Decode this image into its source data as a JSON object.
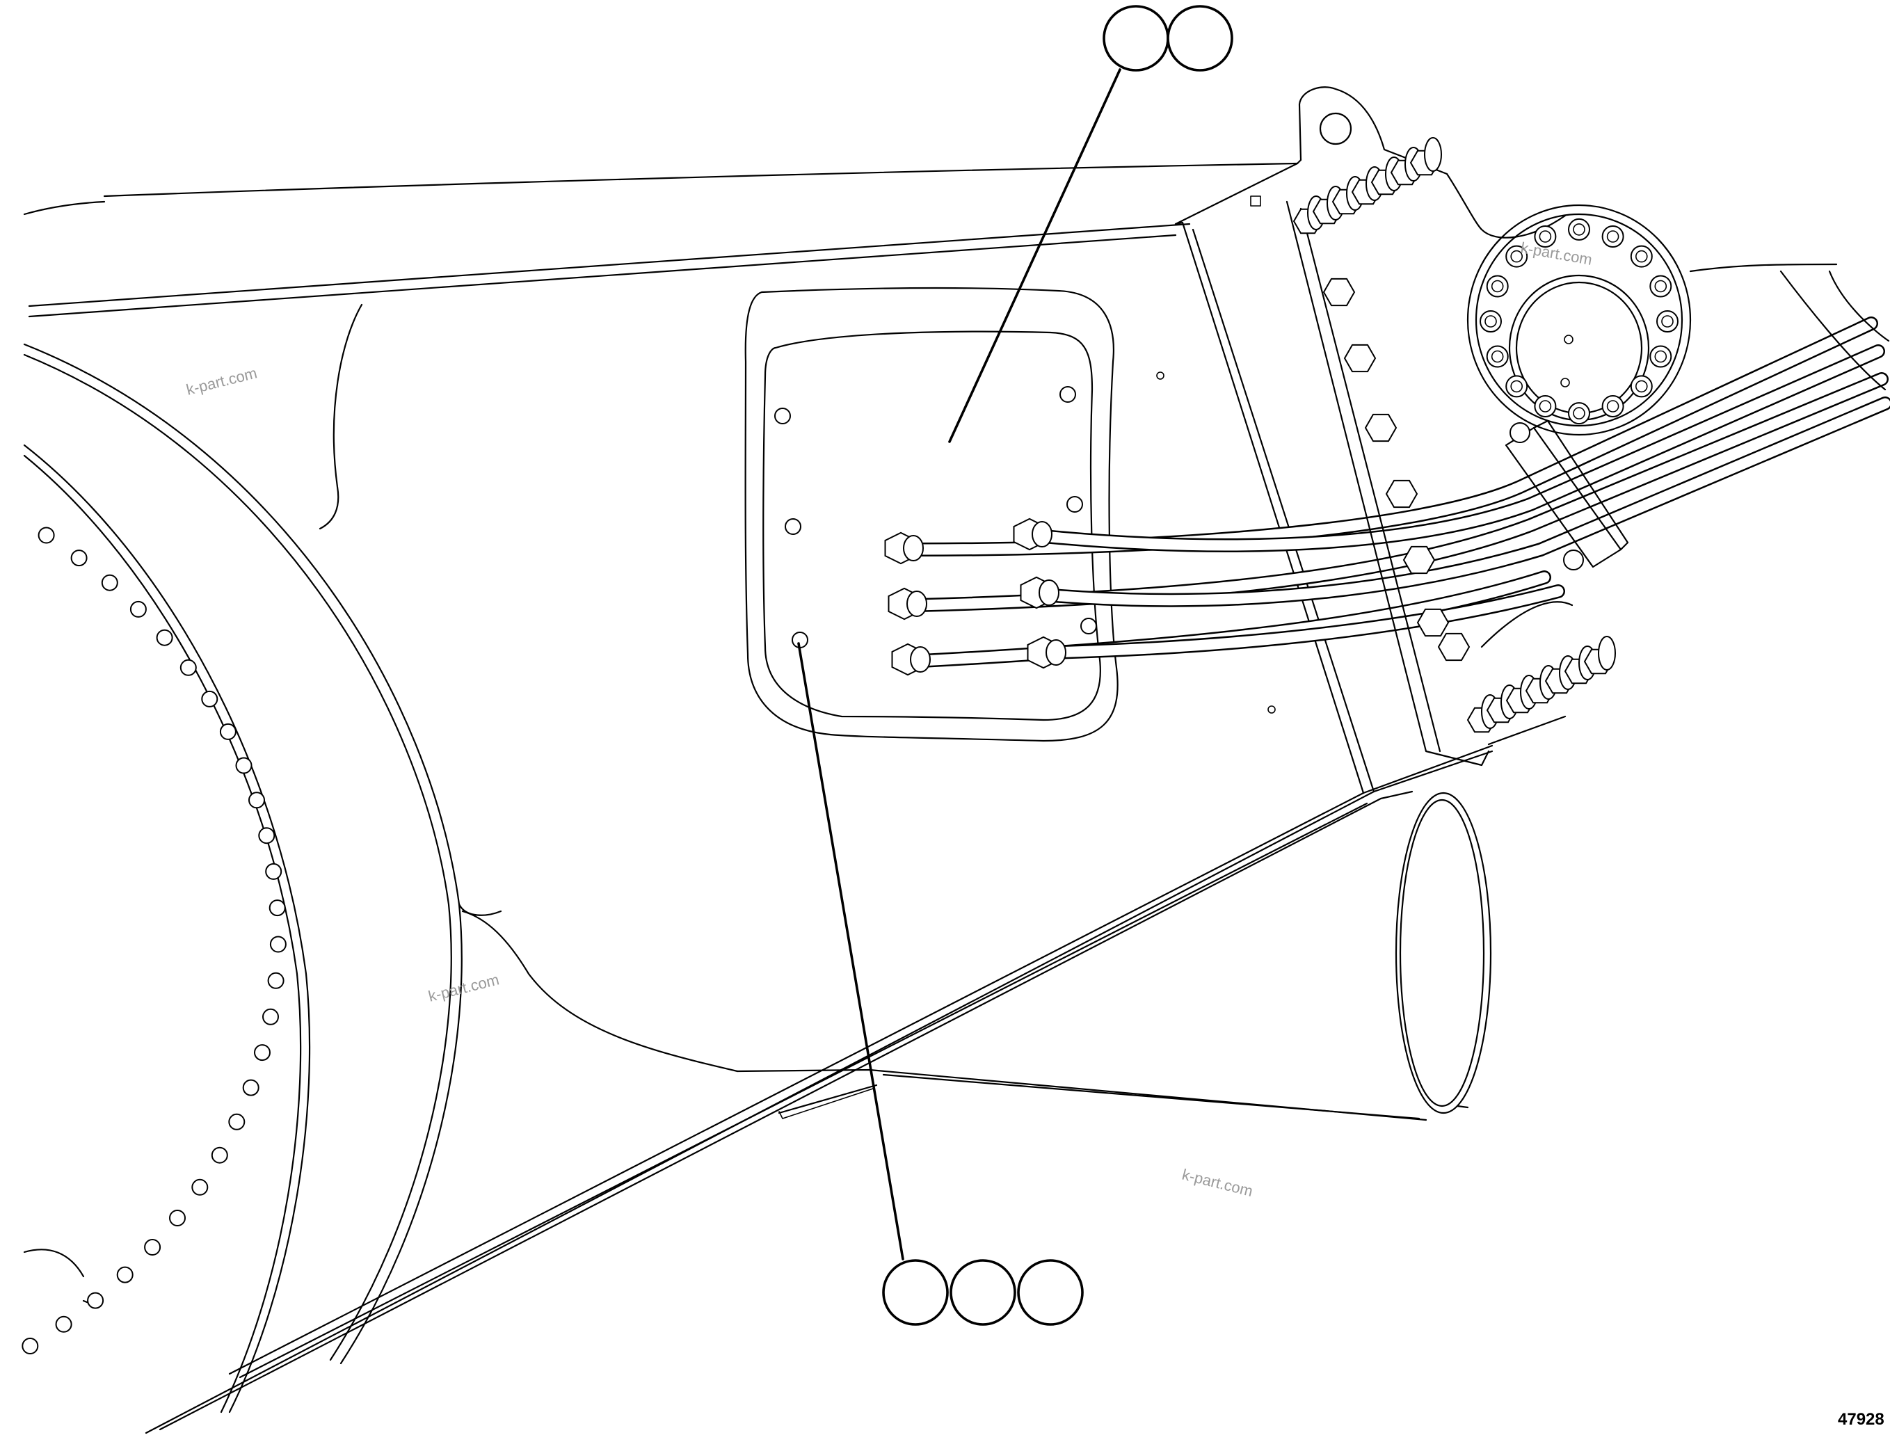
{
  "diagram": {
    "figure_number": "47928",
    "watermarks": [
      "k-part.com",
      "k-part.com",
      "k-part.com",
      "k-part.com"
    ],
    "callouts": {
      "top": [
        "",
        ""
      ],
      "bottom": [
        "",
        "",
        ""
      ]
    }
  }
}
